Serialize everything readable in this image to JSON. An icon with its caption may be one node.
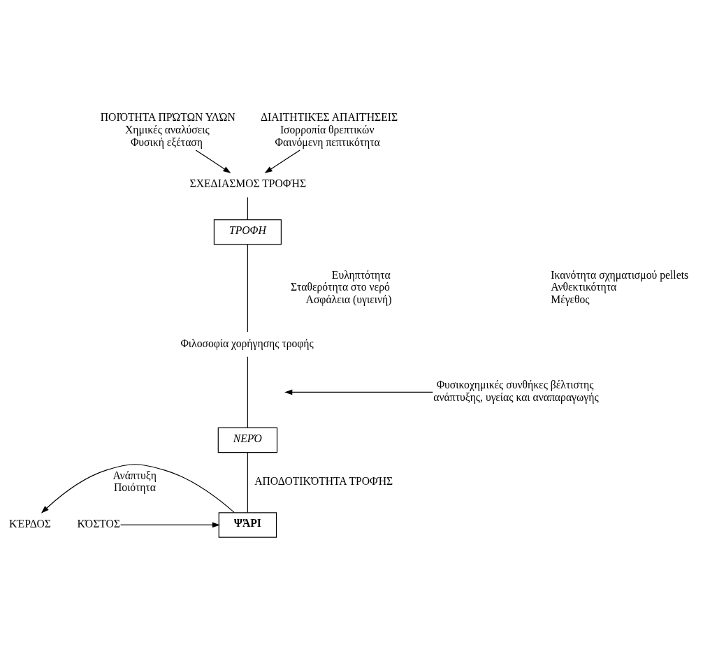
{
  "diagram": {
    "nodes": [
      {
        "text": [
          "ΠΟΙΌΤΗΤΑ ΠΡΏΤΩΝ ΥΛΏΝ",
          "Χημικές αναλύσεις",
          "Φυσική εξέταση"
        ]
      },
      {
        "text": [
          "ΔΙΑΙΤΗΤΙΚΈΣ ΑΠΑΙΤΉΣΕΙΣ",
          "Ισορροπία θρεπτικών",
          "Φαινόμενη πεπτικότητα"
        ]
      },
      {
        "text": [
          "ΣΧΕΔΙΑΣΜΟΣ ΤΡΟΦΉΣ"
        ]
      },
      {
        "text": [
          "ΤΡΟΦΗ"
        ]
      },
      {
        "text": [
          "Φιλοσοφία χορήγησης τροφής"
        ]
      },
      {
        "text": [
          "ΝΕΡΌ"
        ]
      },
      {
        "text": [
          "Φυσικοχημικές συνθήκες βέλτιστης ανάπτυξης, υγείας και αναπαραγωγής"
        ]
      },
      {
        "text": [
          "ΨΆΡΙ"
        ]
      },
      {
        "text": [
          "ΚΈΡΔΟΣ"
        ]
      },
      {
        "text": [
          "ΚΌΣΤΟΣ"
        ]
      }
    ],
    "edges": [
      {
        "from": 0,
        "to": 2,
        "arrow": "to"
      },
      {
        "from": 1,
        "to": 2,
        "arrow": "to"
      },
      {
        "from": 2,
        "to": 3,
        "arrow": "none"
      },
      {
        "from": 3,
        "to": 4,
        "arrow": "none"
      },
      {
        "from": 4,
        "to": 5,
        "arrow": "none"
      },
      {
        "from": 6,
        "to": null,
        "arrow": "to"
      },
      {
        "from": 5,
        "to": 7,
        "arrow": "none",
        "label": "ΑΠΟΔΟΤΙΚΌΤΗΤΑ ΤΡΟΦΉΣ"
      },
      {
        "from": 7,
        "to": 8,
        "arrow": "to",
        "label": "Ανάπτυξη Ποιότητα"
      },
      {
        "from": 9,
        "to": 7,
        "arrow": "to"
      }
    ],
    "labels": [
      "Ευληπτότητα",
      "Σταθερότητα στο νερό",
      "Ασφάλεια (υγιεινή)",
      "Ικανότητα σχηματισμού pellets",
      "Ανθεκτικότητα",
      "Μέγεθος"
    ]
  }
}
